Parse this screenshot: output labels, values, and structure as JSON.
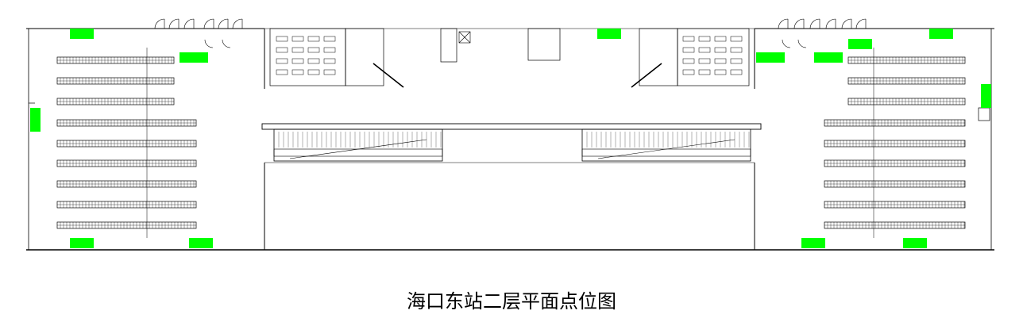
{
  "caption": "海口东站二层平面点位图",
  "colors": {
    "background": "#ffffff",
    "line": "#000000",
    "marker": "#00ff00"
  },
  "markers": [
    {
      "name": "marker-west-top-1"
    },
    {
      "name": "marker-west-top-2"
    },
    {
      "name": "marker-west-left"
    },
    {
      "name": "marker-west-bottom-1"
    },
    {
      "name": "marker-west-bottom-2"
    },
    {
      "name": "marker-center-top"
    },
    {
      "name": "marker-east-top-1"
    },
    {
      "name": "marker-east-top-2"
    },
    {
      "name": "marker-east-top-3"
    },
    {
      "name": "marker-east-top-4"
    },
    {
      "name": "marker-east-right"
    },
    {
      "name": "marker-east-bottom-1"
    },
    {
      "name": "marker-east-bottom-2"
    }
  ]
}
